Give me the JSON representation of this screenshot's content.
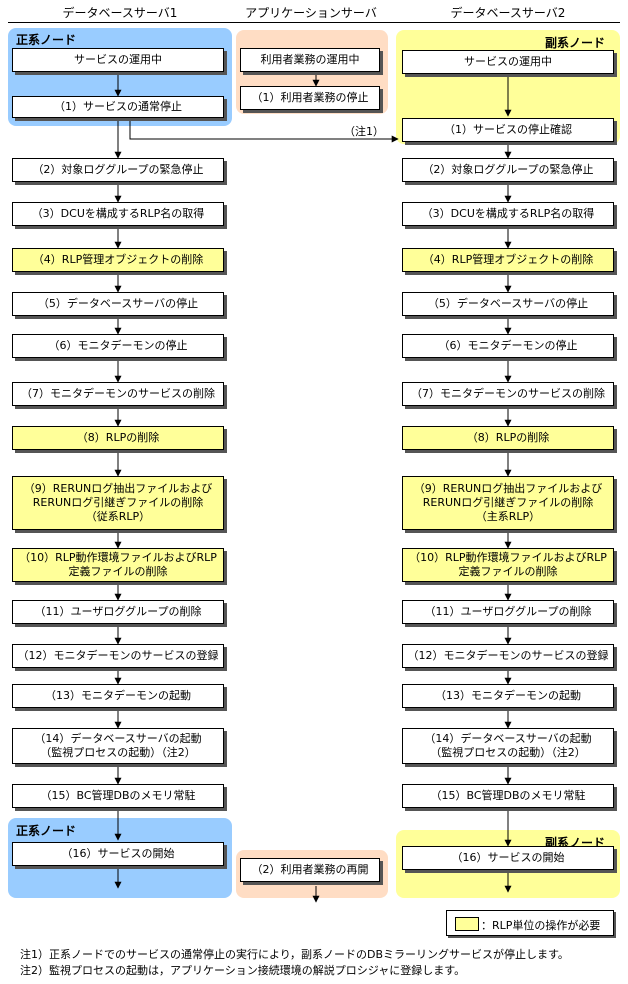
{
  "headers": {
    "db1": "データベースサーバ1",
    "app": "アプリケーションサーバ",
    "db2": "データベースサーバ2"
  },
  "nodes": {
    "primary": "正系ノード",
    "secondary": "副系ノード"
  },
  "db1_steps": [
    "サービスの運用中",
    "（1）サービスの通常停止",
    "（2）対象ロググループの緊急停止",
    "（3）DCUを構成するRLP名の取得",
    "（4）RLP管理オブジェクトの削除",
    "（5）データベースサーバの停止",
    "（6）モニタデーモンの停止",
    "（7）モニタデーモンのサービスの削除",
    "（8）RLPの削除",
    "（9）RERUNログ抽出ファイルおよび\nRERUNログ引継ぎファイルの削除\n（従系RLP）",
    "（10）RLP動作環境ファイルおよびRLP定義ファイルの削除",
    "（11）ユーザロググループの削除",
    "（12）モニタデーモンのサービスの登録",
    "（13）モニタデーモンの起動",
    "（14）データベースサーバの起動\n（監視プロセスの起動）（注2）",
    "（15）BC管理DBのメモリ常駐",
    "（16）サービスの開始"
  ],
  "app_steps": [
    "利用者業務の運用中",
    "（1）利用者業務の停止",
    "（2）利用者業務の再開"
  ],
  "db2_steps": [
    "サービスの運用中",
    "（1）サービスの停止確認",
    "（2）対象ロググループの緊急停止",
    "（3）DCUを構成するRLP名の取得",
    "（4）RLP管理オブジェクトの削除",
    "（5）データベースサーバの停止",
    "（6）モニタデーモンの停止",
    "（7）モニタデーモンのサービスの削除",
    "（8）RLPの削除",
    "（9）RERUNログ抽出ファイルおよび\nRERUNログ引継ぎファイルの削除\n（主系RLP）",
    "（10）RLP動作環境ファイルおよびRLP定義ファイルの削除",
    "（11）ユーザロググループの削除",
    "（12）モニタデーモンのサービスの登録",
    "（13）モニタデーモンの起動",
    "（14）データベースサーバの起動\n（監視プロセスの起動）（注2）",
    "（15）BC管理DBのメモリ常駐",
    "（16）サービスの開始"
  ],
  "arrow_note": "（注1）",
  "legend": "：RLP単位の操作が必要",
  "footnotes": [
    "注1）正系ノードでのサービスの通常停止の実行により，副系ノードのDBミラーリングサービスが停止します。",
    "注2）監視プロセスの起動は，アプリケーション接続環境の解説プロシジャに登録します。"
  ],
  "colors": {
    "primary_node_bg": "#99ccff",
    "app_bg": "#ffddc4",
    "secondary_node_bg": "#ffff99",
    "rlp_step_fill": "#ffff99"
  }
}
